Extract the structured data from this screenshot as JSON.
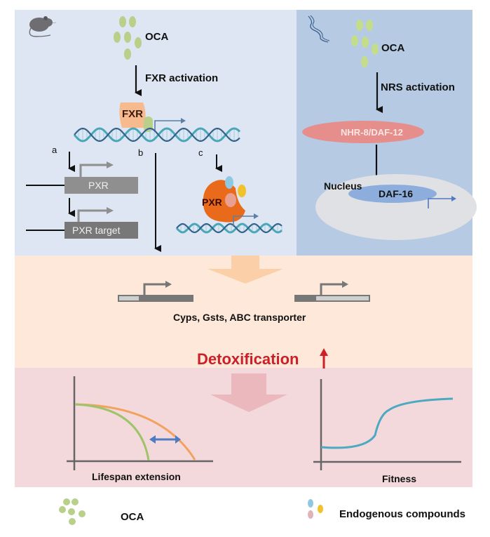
{
  "colors": {
    "mouse_panel_bg": "#dde6f2",
    "worm_panel_bg": "#b6cbe3",
    "gene_band_bg": "#fde8da",
    "outcome_band_bg": "#f3d9dc",
    "oca_green": "#b8d08a",
    "fxr_orange": "#f7b98e",
    "pxr_orange": "#e96a1b",
    "nhr_pink": "#e58e8c",
    "daf16_blue": "#8daedc",
    "nucleus_gray": "#dfe1e4",
    "dna_teal": "#4aa7b8",
    "dna_dark": "#33628c",
    "gene_gray": "#777777",
    "gene_light": "#cfcfcf",
    "detox_red": "#cc1f26",
    "orange_arrow": "#fbcfa8",
    "pink_arrow": "#ebb8bd",
    "curve_orange": "#f3a25e",
    "curve_green": "#9fc36a",
    "curve_cyan": "#4da9c2",
    "double_arrow_blue": "#4e7bc1",
    "endo_blue": "#8fc8e3",
    "endo_yellow": "#f2c22c",
    "endo_pink": "#e2b1ba"
  },
  "mouse_panel": {
    "organism_icon": "mouse-icon",
    "ligand_label": "OCA",
    "activation_label": "FXR activation",
    "receptor_label": "FXR",
    "pathway_labels": [
      "a",
      "b",
      "c"
    ],
    "gene_boxes": [
      "PXR",
      "PXR target"
    ],
    "pxr_complex_label": "PXR"
  },
  "worm_panel": {
    "organism_icon": "worm-icon",
    "ligand_label": "OCA",
    "activation_label": "NRS activation",
    "receptor_label": "NHR-8/DAF-12",
    "nucleus_label": "Nucleus",
    "tf_label": "DAF-16"
  },
  "gene_band": {
    "genes_label": "Cyps, Gsts, ABC transporter",
    "outcome_label": "Detoxification",
    "outcome_direction": "up"
  },
  "outcome_band": {
    "lifespan_label": "Lifespan extension",
    "fitness_label": "Fitness"
  },
  "legend": {
    "items": [
      {
        "icon": "oca-particles-icon",
        "label": "OCA"
      },
      {
        "icon": "endogenous-compounds-icon",
        "label": "Endogenous compounds"
      }
    ]
  }
}
